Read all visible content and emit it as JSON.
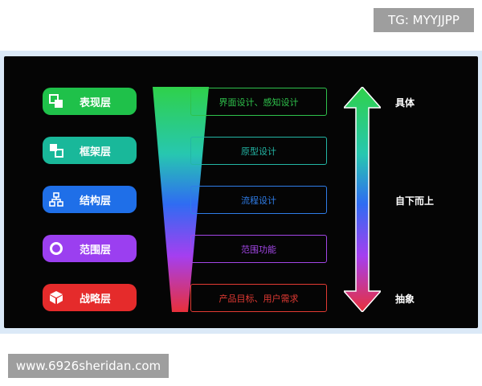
{
  "watermarks": {
    "top_right": "TG: MYYJJPP",
    "bottom_left": "www.6926sheridan.com"
  },
  "layers": [
    {
      "label": "表现层",
      "icon": "overlapping-squares-icon",
      "color": "#1fc14a"
    },
    {
      "label": "框架层",
      "icon": "grid-blocks-icon",
      "color": "#19b89a"
    },
    {
      "label": "结构层",
      "icon": "sitemap-icon",
      "color": "#1f6fe8"
    },
    {
      "label": "范围层",
      "icon": "ring-icon",
      "color": "#9b3ff0"
    },
    {
      "label": "战略层",
      "icon": "cube-icon",
      "color": "#e52b2b"
    }
  ],
  "phases": [
    {
      "label": "界面设计、感知设计",
      "color": "#2fc24c"
    },
    {
      "label": "原型设计",
      "color": "#23b6a5"
    },
    {
      "label": "流程设计",
      "color": "#2f7de8"
    },
    {
      "label": "范围功能",
      "color": "#a246e6"
    },
    {
      "label": "产品目标、用户需求",
      "color": "#e23a33"
    }
  ],
  "axis_labels": {
    "top": "具体",
    "middle": "自下而上",
    "bottom": "抽象"
  }
}
